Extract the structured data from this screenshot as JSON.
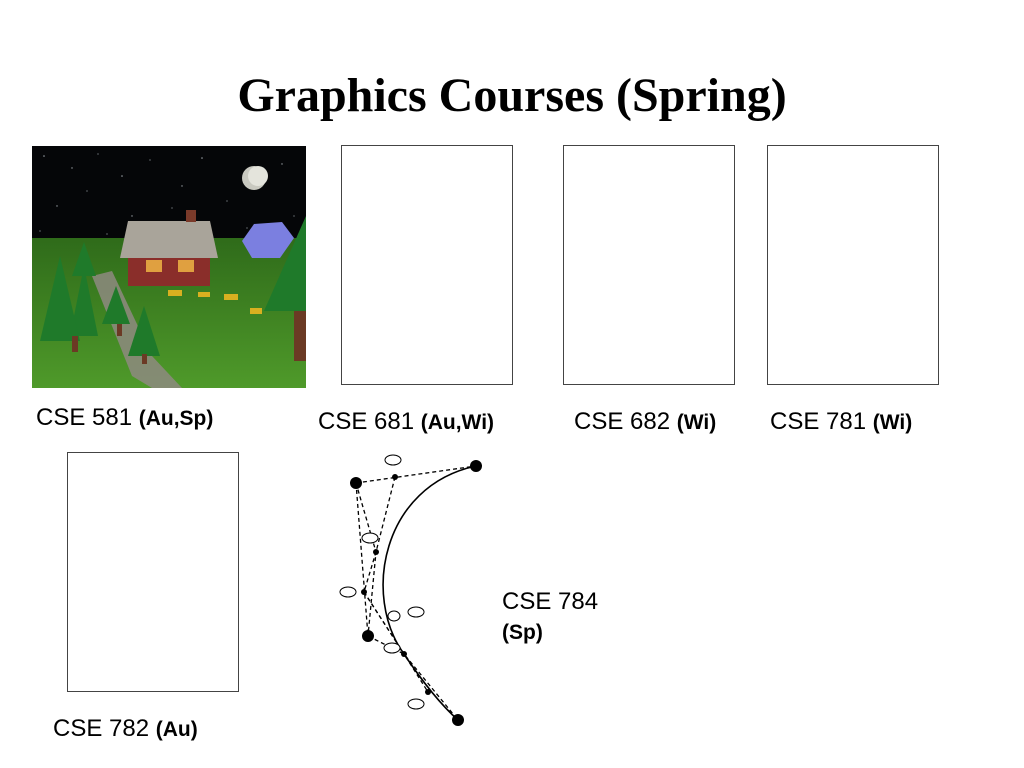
{
  "slide": {
    "title": "Graphics Courses (Spring)"
  },
  "courses": [
    {
      "code": "CSE 581",
      "terms": "(Au,Sp)"
    },
    {
      "code": "CSE 681",
      "terms": "(Au,Wi)"
    },
    {
      "code": "CSE 682",
      "terms": "(Wi)"
    },
    {
      "code": "CSE 781",
      "terms": "(Wi)"
    },
    {
      "code": "CSE 782",
      "terms": "(Au)"
    },
    {
      "code": "CSE 784",
      "terms": "(Sp)"
    }
  ],
  "images": {
    "cse581": "night-scene-house-trees-image",
    "cse784": "spline-curve-diagram"
  }
}
